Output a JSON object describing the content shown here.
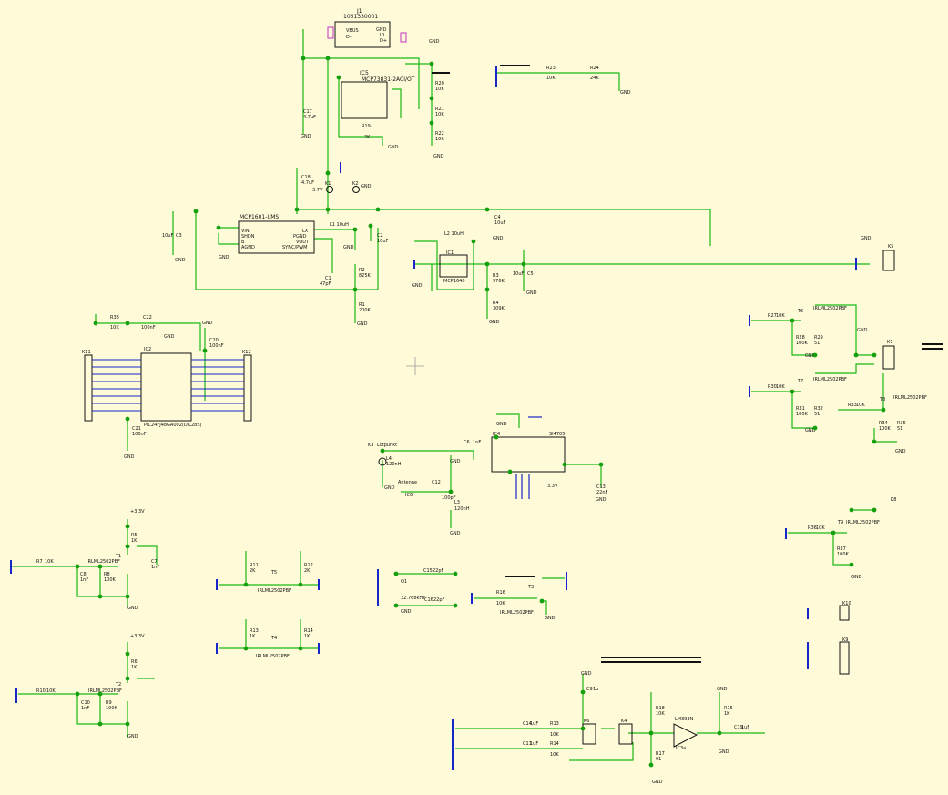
{
  "colors": {
    "background": "#fffbd9",
    "wire": "#19b814",
    "junction": "#16a00f",
    "bus": "#1626c8",
    "part": "#111111",
    "pin": "#c233c2",
    "error": "#d01a1a"
  },
  "labels": {
    "j1": "J1",
    "j1_part": "1051330001",
    "j1_pins": [
      "VBUS",
      "D-",
      "GND",
      "ID",
      "D+"
    ],
    "ic5": "IC5",
    "ic5_part": "MCP73831-2ACI/OT",
    "c17": "C17",
    "c17_val": "4.7uF",
    "r19": "R19",
    "r19_val": "2K",
    "r20": "R20",
    "r20_val": "10K",
    "r21": "R21",
    "r21_val": "10K",
    "r22": "R22",
    "r22_val": "10K",
    "c18": "C18",
    "c18_val": "4.7uF",
    "k1": "K1",
    "k1_val": "3.7V",
    "k2": "K2",
    "r23": "R23",
    "r23_val": "10K",
    "r24": "R24",
    "r24_val": "24K",
    "ic_boost": "MCP1601-I/MS",
    "ic_boost_pins": [
      "VIN",
      "SHDN",
      "B",
      "AGND",
      "LX",
      "PGND",
      "VOUT",
      "SYNC/PWM"
    ],
    "l1": "L1 10uH",
    "c3": "C3",
    "c3_val": "10uF",
    "c2": "C2",
    "c2_val": "10uF",
    "c1": "C1",
    "c1_val": "47pF",
    "r2": "R2",
    "r2_val": "825K",
    "r1": "R1",
    "r1_val": "200K",
    "c4": "C4",
    "c4_val": "10uF",
    "l2": "L2 10uH",
    "ic1": "IC1",
    "ic1_part": "MCP1640",
    "r3": "R3",
    "r3_val": "976K",
    "r4": "R4",
    "r4_val": "309K",
    "c5": "C5",
    "c5_val": "10uF",
    "k5": "K5",
    "r38": "R38",
    "r38_val": "10K",
    "c22": "C22",
    "c22_val": "100nF",
    "c20": "C20",
    "c20_val": "100nF",
    "k11": "K11",
    "k12": "K12",
    "ic2": "IC2",
    "ic2_part": "PIC24FJ48GA002(DIL28S)",
    "c21": "C21",
    "c21_val": "100nF",
    "r27": "R27",
    "r27_val": "10K",
    "t6": "T6",
    "t6_part": "IRLML2502PBF",
    "r28": "R28",
    "r28_val": "100K",
    "r29": "R29",
    "r29_val": "51",
    "k7": "K7",
    "r30": "R30",
    "r30_val": "10K",
    "t7": "T7",
    "t7_part": "IRLML2502PBF",
    "r31": "R31",
    "r31_val": "100K",
    "r32": "R32",
    "r32_val": "51",
    "r33": "R33",
    "r33_val": "10K",
    "t8": "T8",
    "t8_part": "IRLML2502PBF",
    "r34": "R34",
    "r34_val": "100K",
    "r35": "R35",
    "r35_val": "51",
    "k3": "K3",
    "k3_val": "Lötpunkt",
    "l4": "L4",
    "l4_val": "120nH",
    "c6": "C6",
    "c6_val": "1nF",
    "ic4": "IC4",
    "ic4_part": "SI4705",
    "antenne": "Antenne",
    "ic6": "IC6",
    "c12": "C12",
    "c12_val": "100pF",
    "l3": "L3",
    "l3_val": "120nH",
    "c13": "C13",
    "c13_val": "22nF",
    "v33": "3.3V",
    "k8": "K8",
    "r36": "R36",
    "r36_val": "10K",
    "t9": "T9",
    "t9_part": "IRLML2502PBF",
    "r37": "R37",
    "r37_val": "100K",
    "r7": "R7",
    "r7_val": "10K",
    "t1": "T1",
    "t1_part": "IRLML2502PBF",
    "c8": "C8",
    "c8_val": "1nF",
    "r8": "R8",
    "r8_val": "100K",
    "c7": "C7",
    "c7_val": "1nF",
    "r5": "R5",
    "r5_val": "1K",
    "t5": "T5",
    "t5_part": "IRLML2502PBF",
    "r11": "R11",
    "r11_val": "2K",
    "r12": "R12",
    "r12_val": "2K",
    "q1": "Q1",
    "q1_val": "32.768kHz",
    "c15": "C15",
    "c15_val": "22pF",
    "c16": "C16",
    "c16_val": "22pF",
    "r16": "R16",
    "r16_val": "10K",
    "t3": "T3",
    "t3_part": "IRLML2502PBF",
    "k10": "K10",
    "t4": "T4",
    "t4_part": "IRLML2502PBF",
    "r13b": "R13",
    "r13b_val": "1K",
    "r14b": "R14",
    "r14b_val": "1K",
    "k9": "K9",
    "r10": "R10",
    "r10_val": "10K",
    "t2": "T2",
    "t2_part": "IRLML2502PBF",
    "c10": "C10",
    "c10_val": "1nF",
    "r9": "R9",
    "r9_val": "100K",
    "r6": "R6",
    "r6_val": "1K",
    "c14": "C14",
    "c14_val": "1uF",
    "c11": "C11",
    "c11_val": "1uF",
    "r13": "R13",
    "r13_val": "10K",
    "r14": "R14",
    "r14_val": "10K",
    "k6": "K6",
    "k4": "K4",
    "c9": "C9",
    "c9_val": "1p",
    "r18": "R18",
    "r18_val": "10K",
    "r17": "R17",
    "r17_val": "91",
    "ic3": "IC3a",
    "ic3_part": "LM393N",
    "r15": "R15",
    "r15_val": "1K",
    "c19": "C19",
    "c19_val": "1uF",
    "gnd": "GND",
    "plus33": "+3.3V"
  }
}
